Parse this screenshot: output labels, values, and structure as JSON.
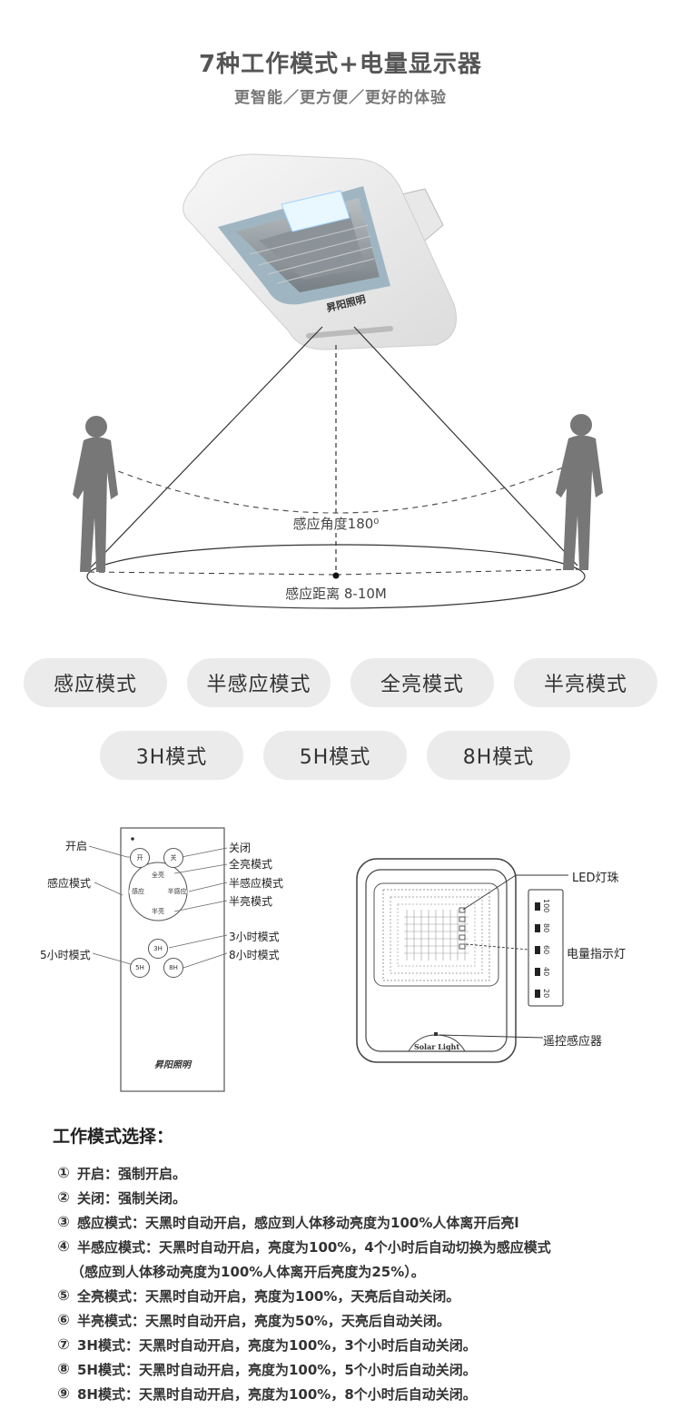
{
  "header": {
    "title": "7种工作模式+电量显示器",
    "subtitle": "更智能／更方便／更好的体验"
  },
  "hero": {
    "sensing_angle": "感应角度180⁰",
    "sensing_distance": "感应距离 8-10M",
    "brand": "昇阳照明"
  },
  "mode_buttons": [
    "感应模式",
    "半感应模式",
    "全亮模式",
    "半亮模式",
    "3H模式",
    "5H模式",
    "8H模式"
  ],
  "remote": {
    "brand": "昇阳照明",
    "buttons": {
      "on": "开",
      "off": "关",
      "full": "全亮",
      "sense": "感应",
      "half_sense": "半感应",
      "half": "半亮",
      "h3": "3H",
      "h5": "5H",
      "h8": "8H"
    },
    "labels": {
      "on": "开启",
      "sense": "感应模式",
      "h5": "5小时模式",
      "off": "关闭",
      "full": "全亮模式",
      "half_sense": "半感应模式",
      "half": "半亮模式",
      "h3": "3小时模式",
      "h8": "8小时模式"
    }
  },
  "lamp": {
    "led_label": "LED灯珠",
    "battery_label": "电量指示灯",
    "sensor_label": "遥控感应器",
    "solar_text": "Solar Light",
    "levels": [
      "100",
      "80",
      "60",
      "40",
      "20"
    ]
  },
  "modes_section": {
    "title": "工作模式选择：",
    "items": [
      {
        "num": "①",
        "text": "开启：强制开启。"
      },
      {
        "num": "②",
        "text": "关闭：强制关闭。"
      },
      {
        "num": "③",
        "text": "感应模式：天黑时自动开启，感应到人体移动亮度为100%人体离开后亮l"
      },
      {
        "num": "④",
        "text": "半感应模式：天黑时自动开启，亮度为100%，4个小时后自动切换为感应模式"
      },
      {
        "num": "",
        "text": "（感应到人体移动亮度为100%人体离开后亮度为25%）。"
      },
      {
        "num": "⑤",
        "text": "全亮模式：天黑时自动开启，亮度为100%，天亮后自动关闭。"
      },
      {
        "num": "⑥",
        "text": "半亮模式：天黑时自动开启，亮度为50%，天亮后自动关闭。"
      },
      {
        "num": "⑦",
        "text": "3H模式：天黑时自动开启，亮度为100%，3个小时后自动关闭。"
      },
      {
        "num": "⑧",
        "text": "5H模式：天黑时自动开启，亮度为100%，5个小时后自动关闭。"
      },
      {
        "num": "⑨",
        "text": "8H模式：天黑时自动开启，亮度为100%，8个小时后自动关闭。"
      }
    ]
  }
}
